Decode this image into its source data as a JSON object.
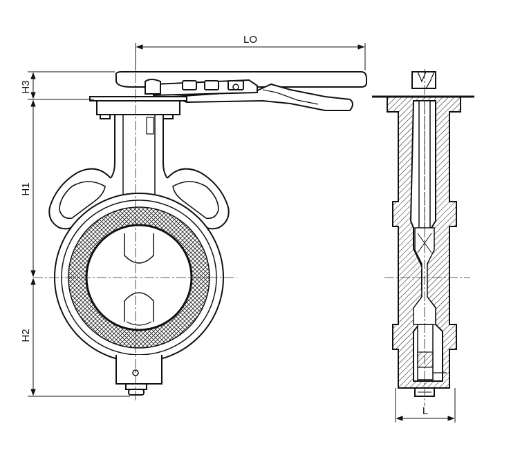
{
  "dimensions": {
    "lo": "LO",
    "h3": "H3",
    "h1": "H1",
    "h2": "H2",
    "l": "L"
  },
  "colors": {
    "line": "#111111",
    "fill": "#ffffff"
  }
}
